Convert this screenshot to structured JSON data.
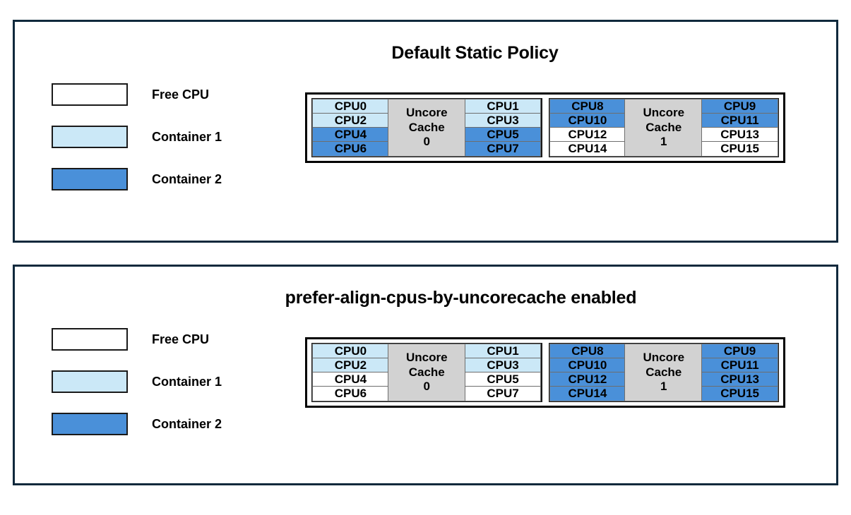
{
  "colors": {
    "free": "#ffffff",
    "container1": "#cbe8f7",
    "container2": "#4a90d9",
    "cache": "#d2d2d2",
    "panel_border": "#10293c",
    "cell_border": "#6e6e6e"
  },
  "legend": {
    "items": [
      {
        "label": "Free CPU",
        "fill": "#ffffff"
      },
      {
        "label": "Container 1",
        "fill": "#cbe8f7"
      },
      {
        "label": "Container 2",
        "fill": "#4a90d9"
      }
    ]
  },
  "panels": [
    {
      "id": "default",
      "title": "Default Static Policy",
      "sockets": [
        {
          "cache_label_line1": "Uncore",
          "cache_label_line2": "Cache",
          "cache_label_line3": "0",
          "left_column": [
            {
              "label": "CPU0",
              "fill": "#cbe8f7",
              "owner": "Container 1"
            },
            {
              "label": "CPU2",
              "fill": "#cbe8f7",
              "owner": "Container 1"
            },
            {
              "label": "CPU4",
              "fill": "#4a90d9",
              "owner": "Container 2"
            },
            {
              "label": "CPU6",
              "fill": "#4a90d9",
              "owner": "Container 2"
            }
          ],
          "right_column": [
            {
              "label": "CPU1",
              "fill": "#cbe8f7",
              "owner": "Container 1"
            },
            {
              "label": "CPU3",
              "fill": "#cbe8f7",
              "owner": "Container 1"
            },
            {
              "label": "CPU5",
              "fill": "#4a90d9",
              "owner": "Container 2"
            },
            {
              "label": "CPU7",
              "fill": "#4a90d9",
              "owner": "Container 2"
            }
          ]
        },
        {
          "cache_label_line1": "Uncore",
          "cache_label_line2": "Cache",
          "cache_label_line3": "1",
          "left_column": [
            {
              "label": "CPU8",
              "fill": "#4a90d9",
              "owner": "Container 2"
            },
            {
              "label": "CPU10",
              "fill": "#4a90d9",
              "owner": "Container 2"
            },
            {
              "label": "CPU12",
              "fill": "#ffffff",
              "owner": "Free CPU"
            },
            {
              "label": "CPU14",
              "fill": "#ffffff",
              "owner": "Free CPU"
            }
          ],
          "right_column": [
            {
              "label": "CPU9",
              "fill": "#4a90d9",
              "owner": "Container 2"
            },
            {
              "label": "CPU11",
              "fill": "#4a90d9",
              "owner": "Container 2"
            },
            {
              "label": "CPU13",
              "fill": "#ffffff",
              "owner": "Free CPU"
            },
            {
              "label": "CPU15",
              "fill": "#ffffff",
              "owner": "Free CPU"
            }
          ]
        }
      ]
    },
    {
      "id": "prefer",
      "title": "prefer-align-cpus-by-uncorecache enabled",
      "sockets": [
        {
          "cache_label_line1": "Uncore",
          "cache_label_line2": "Cache",
          "cache_label_line3": "0",
          "left_column": [
            {
              "label": "CPU0",
              "fill": "#cbe8f7",
              "owner": "Container 1"
            },
            {
              "label": "CPU2",
              "fill": "#cbe8f7",
              "owner": "Container 1"
            },
            {
              "label": "CPU4",
              "fill": "#ffffff",
              "owner": "Free CPU"
            },
            {
              "label": "CPU6",
              "fill": "#ffffff",
              "owner": "Free CPU"
            }
          ],
          "right_column": [
            {
              "label": "CPU1",
              "fill": "#cbe8f7",
              "owner": "Container 1"
            },
            {
              "label": "CPU3",
              "fill": "#cbe8f7",
              "owner": "Container 1"
            },
            {
              "label": "CPU5",
              "fill": "#ffffff",
              "owner": "Free CPU"
            },
            {
              "label": "CPU7",
              "fill": "#ffffff",
              "owner": "Free CPU"
            }
          ]
        },
        {
          "cache_label_line1": "Uncore",
          "cache_label_line2": "Cache",
          "cache_label_line3": "1",
          "left_column": [
            {
              "label": "CPU8",
              "fill": "#4a90d9",
              "owner": "Container 2"
            },
            {
              "label": "CPU10",
              "fill": "#4a90d9",
              "owner": "Container 2"
            },
            {
              "label": "CPU12",
              "fill": "#4a90d9",
              "owner": "Container 2"
            },
            {
              "label": "CPU14",
              "fill": "#4a90d9",
              "owner": "Container 2"
            }
          ],
          "right_column": [
            {
              "label": "CPU9",
              "fill": "#4a90d9",
              "owner": "Container 2"
            },
            {
              "label": "CPU11",
              "fill": "#4a90d9",
              "owner": "Container 2"
            },
            {
              "label": "CPU13",
              "fill": "#4a90d9",
              "owner": "Container 2"
            },
            {
              "label": "CPU15",
              "fill": "#4a90d9",
              "owner": "Container 2"
            }
          ]
        }
      ]
    }
  ]
}
